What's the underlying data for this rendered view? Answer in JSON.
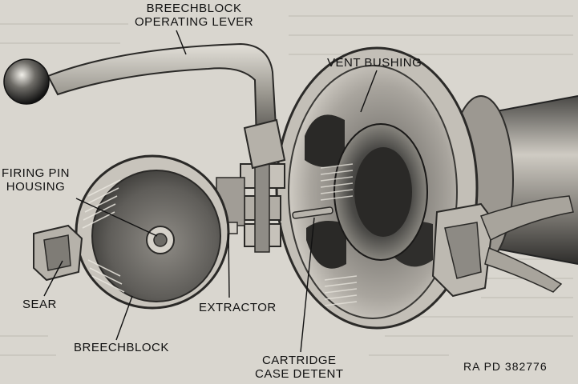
{
  "labels": {
    "operating_lever": [
      "BREECHBLOCK",
      "OPERATING LEVER"
    ],
    "vent_bushing": "VENT BUSHING",
    "firing_pin_housing": [
      "FIRING PIN",
      "HOUSING"
    ],
    "sear": "SEAR",
    "extractor": "EXTRACTOR",
    "breechblock": "BREECHBLOCK",
    "cartridge_case_detent": [
      "CARTRIDGE",
      "CASE DETENT"
    ],
    "reference": "RA PD 382776"
  },
  "colors": {
    "background": "#d9d6cf",
    "metal_light": "#c9c6bf",
    "metal_mid": "#8d8a84",
    "metal_dark": "#3a3936",
    "ink": "#111111"
  }
}
